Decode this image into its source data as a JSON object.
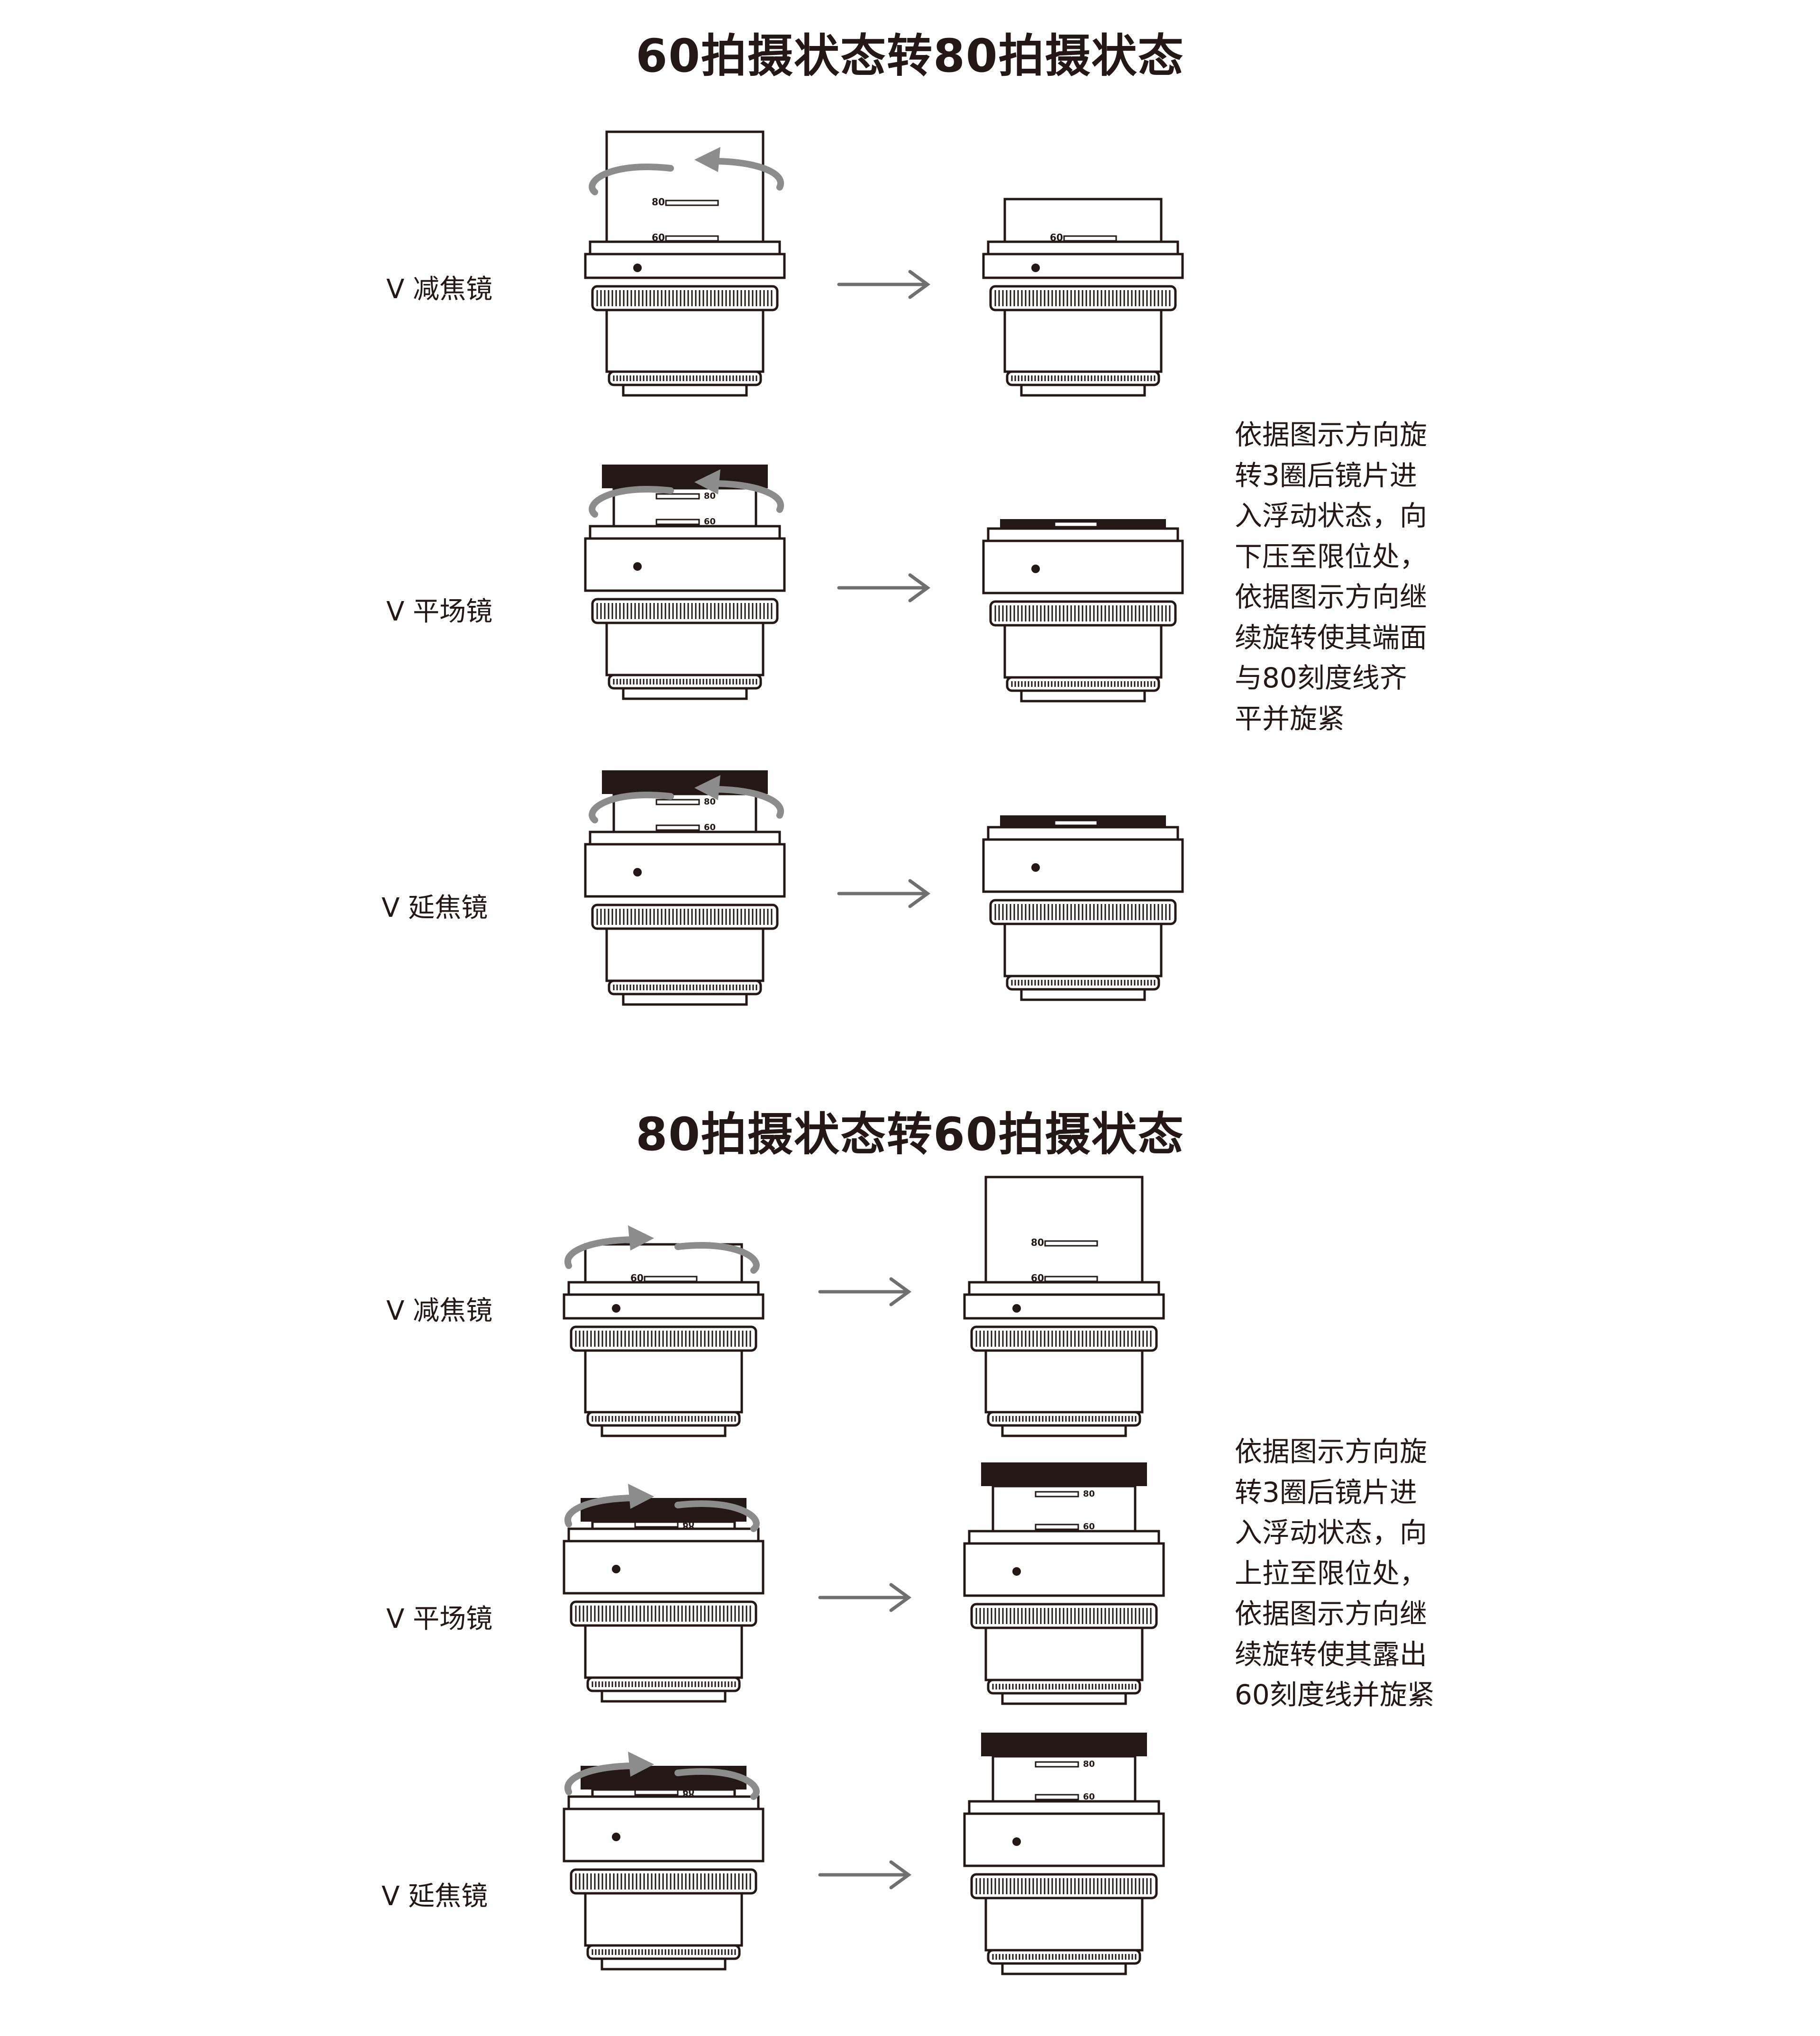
{
  "sections": [
    {
      "title": "60拍摄状态转80拍摄状态",
      "rows": [
        {
          "label": "V 减焦镜",
          "marks": [
            "80",
            "60"
          ]
        },
        {
          "label": "V 平场镜",
          "marks": [
            "80",
            "60"
          ]
        },
        {
          "label": "V 延焦镜",
          "marks": [
            "80",
            "60"
          ]
        }
      ],
      "instructions": [
        "依据图示方向旋",
        "转3圈后镜片进",
        "入浮动状态，向",
        "下压至限位处，",
        "依据图示方向继",
        "续旋转使其端面",
        "与80刻度线齐",
        "平并旋紧"
      ]
    },
    {
      "title": "80拍摄状态转60拍摄状态",
      "rows": [
        {
          "label": "V 减焦镜",
          "marks": [
            "80",
            "60"
          ]
        },
        {
          "label": "V 平场镜",
          "marks": [
            "80",
            "60"
          ]
        },
        {
          "label": "V 延焦镜",
          "marks": [
            "80",
            "60"
          ]
        }
      ],
      "instructions": [
        "依据图示方向旋",
        "转3圈后镜片进",
        "入浮动状态，向",
        "上拉至限位处，",
        "依据图示方向继",
        "续旋转使其露出",
        "60刻度线并旋紧"
      ]
    }
  ],
  "colors": {
    "line": "#231815",
    "rotation_arrow": "#8c8c8c",
    "arrow": "#6f6f6f"
  }
}
